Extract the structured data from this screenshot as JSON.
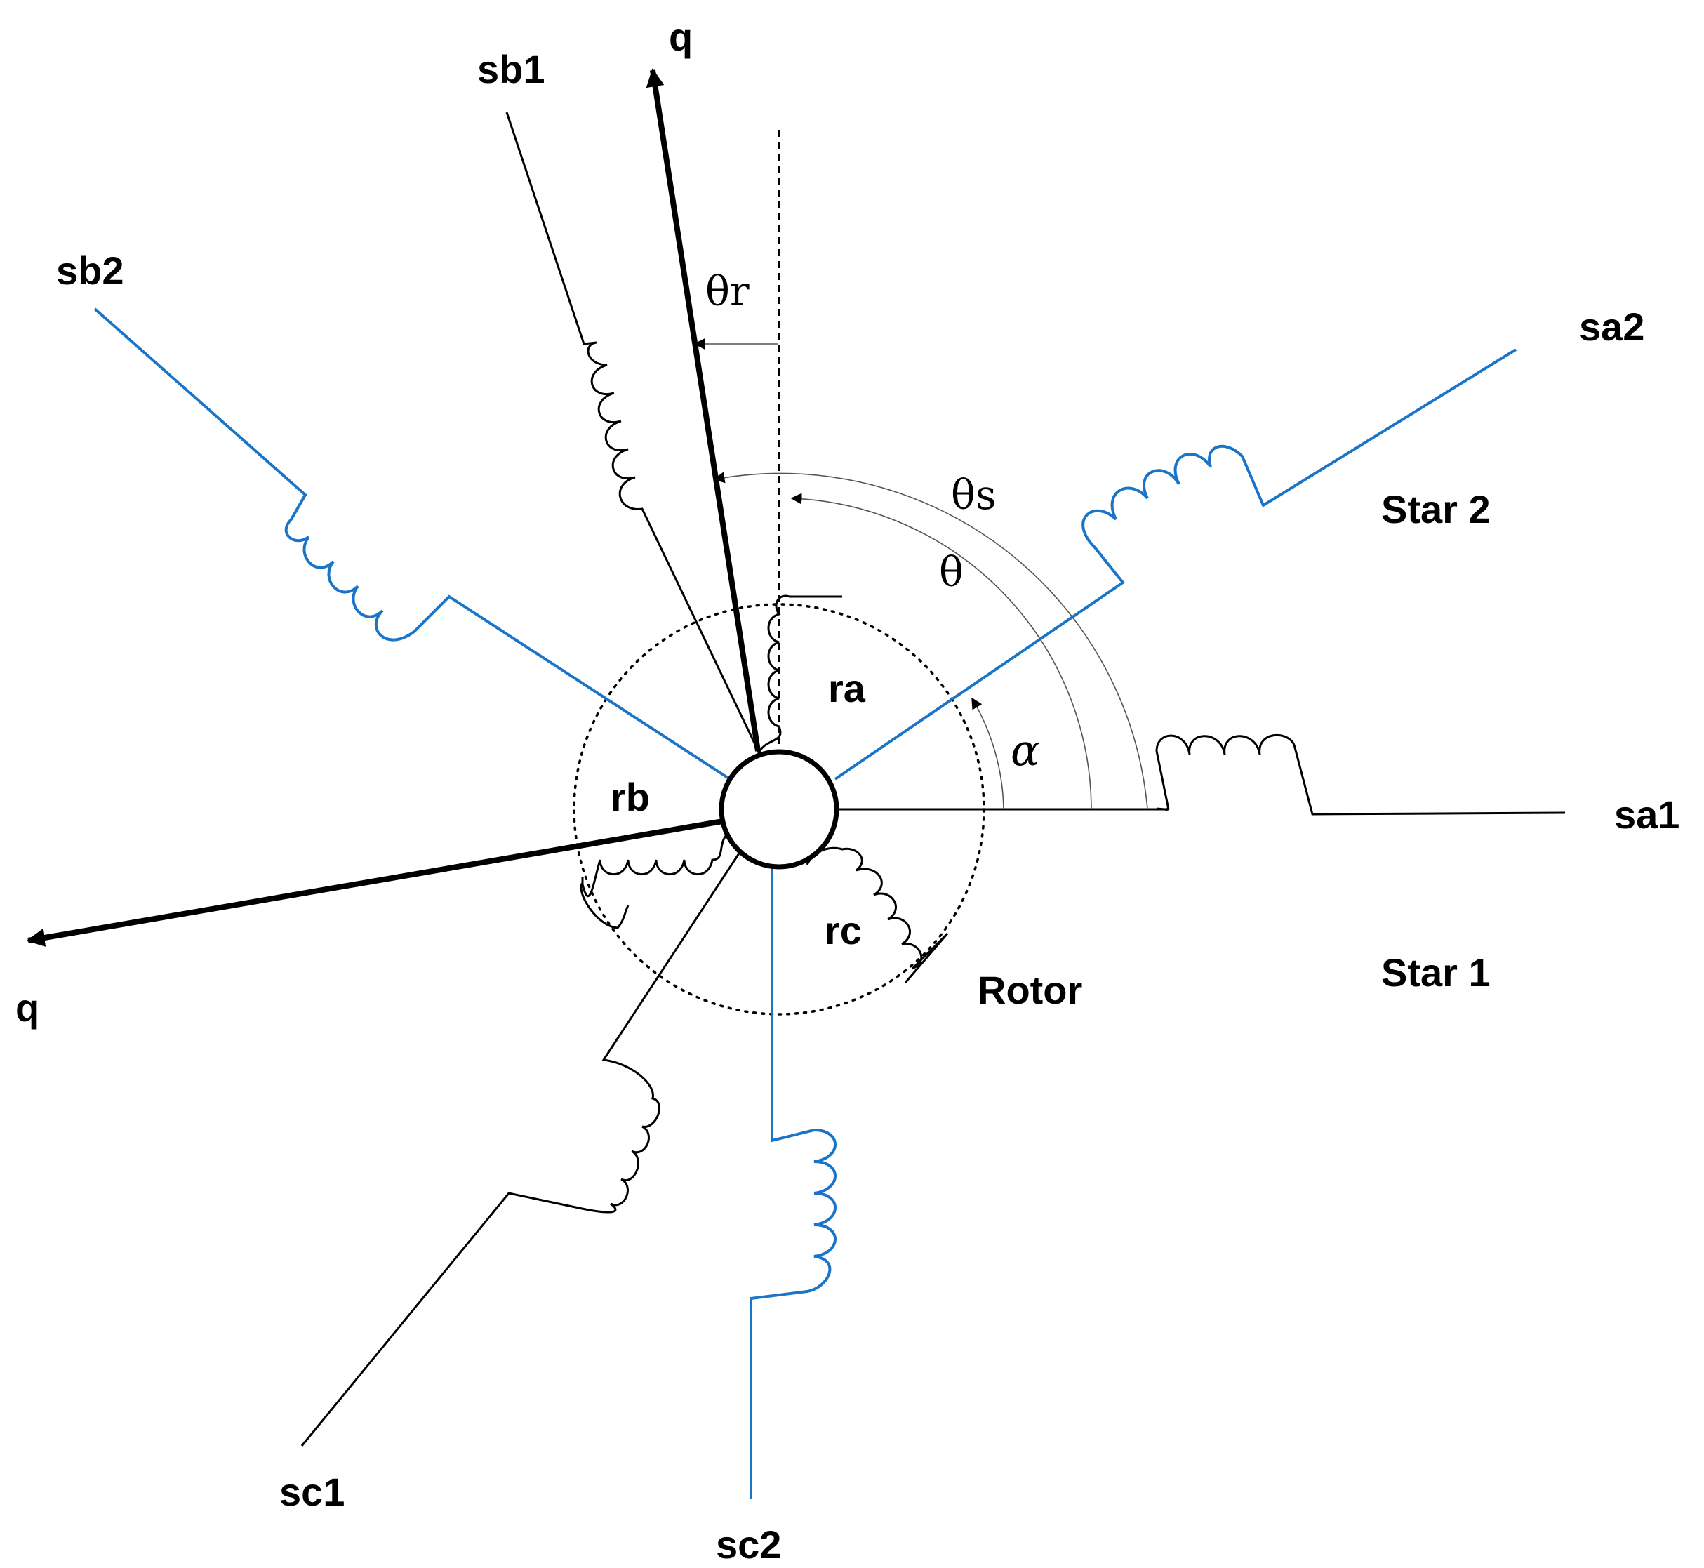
{
  "diagram": {
    "labels": {
      "q_top": "q",
      "q_left": "q",
      "sb1": "sb1",
      "sb2": "sb2",
      "sa1": "sa1",
      "sa2": "sa2",
      "sc1": "sc1",
      "sc2": "sc2",
      "ra": "ra",
      "rb": "rb",
      "rc": "rc",
      "rotor": "Rotor",
      "star1": "Star 1",
      "star2": "Star 2",
      "theta_r": "θr",
      "theta_s": "θs",
      "theta": "θ",
      "alpha": "α"
    },
    "colors": {
      "star1": "#000000",
      "star2": "#1a75c8"
    }
  }
}
